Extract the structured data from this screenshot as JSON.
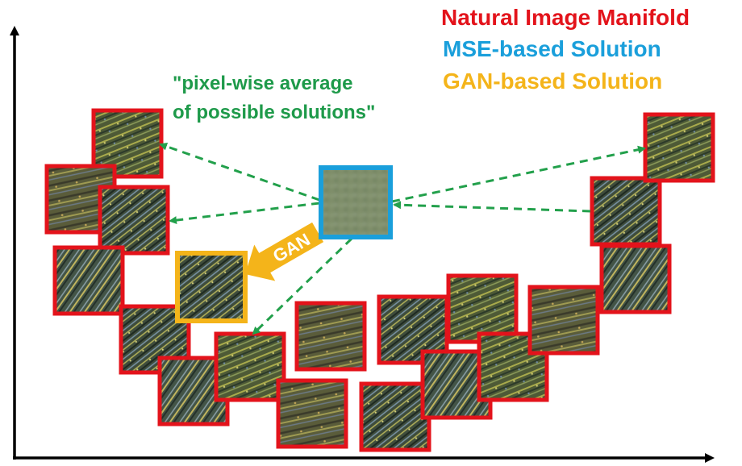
{
  "legend": {
    "natural_label": "Natural Image Manifold",
    "mse_label": "MSE-based Solution",
    "gan_label": "GAN-based Solution",
    "natural_color": "#e3131b",
    "mse_color": "#1a9fdb",
    "gan_color": "#f4b41a"
  },
  "annotation": {
    "line1": "\"pixel-wise average",
    "line2": "of possible solutions\"",
    "color": "#1e9a4a"
  },
  "gan_arrow_label": "GAN",
  "axis_color": "#000000",
  "arrow_line_color": "#22a04b"
}
